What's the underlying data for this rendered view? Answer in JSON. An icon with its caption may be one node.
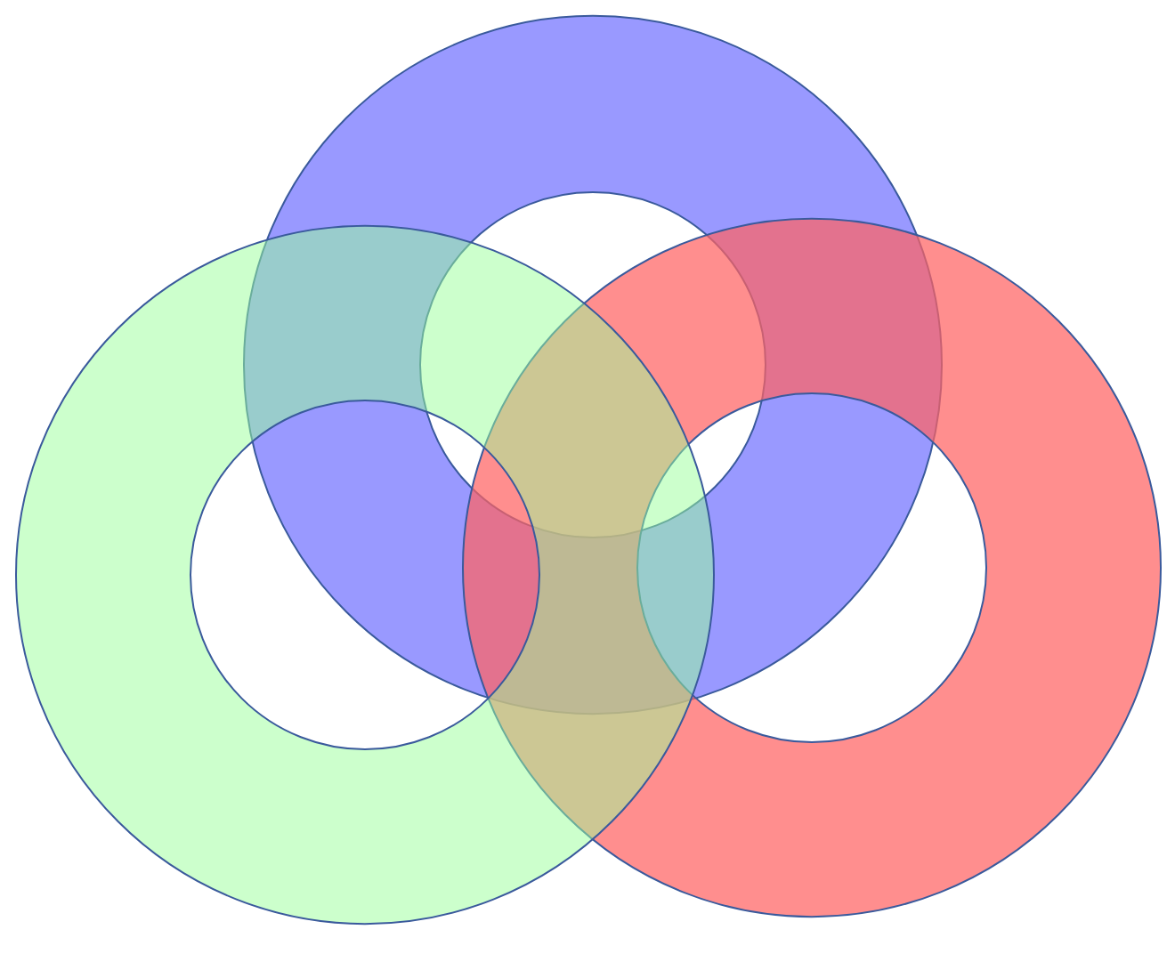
{
  "diagram": {
    "nodes": [
      {
        "text": [],
        "shape": "ring"
      },
      {
        "text": [],
        "shape": "ring"
      },
      {
        "text": [],
        "shape": "ring"
      }
    ]
  }
}
